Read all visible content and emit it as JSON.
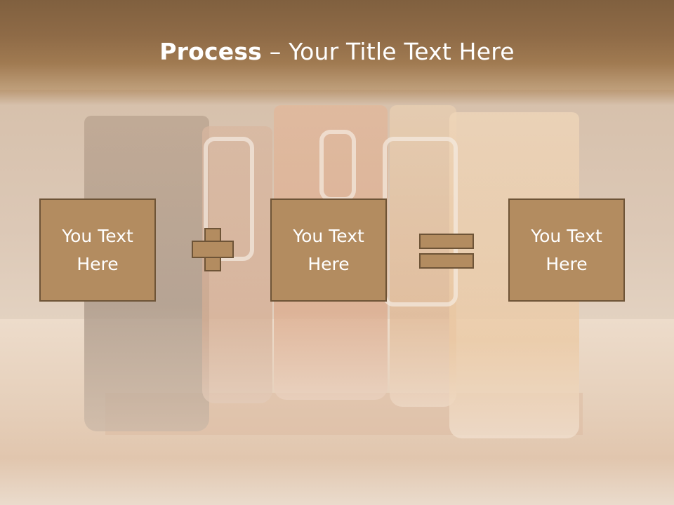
{
  "title": {
    "bold": "Process",
    "rest": " – Your Title Text Here"
  },
  "boxes": [
    {
      "line1": "You Text",
      "line2": "Here"
    },
    {
      "line1": "You Text",
      "line2": "Here"
    },
    {
      "line1": "You Text",
      "line2": "Here"
    }
  ],
  "operators": [
    "plus-icon",
    "equals-icon"
  ],
  "colors": {
    "header": "#8f6b47",
    "box_fill": "#b38c60",
    "box_border": "#6e5437",
    "text": "#ffffff"
  }
}
